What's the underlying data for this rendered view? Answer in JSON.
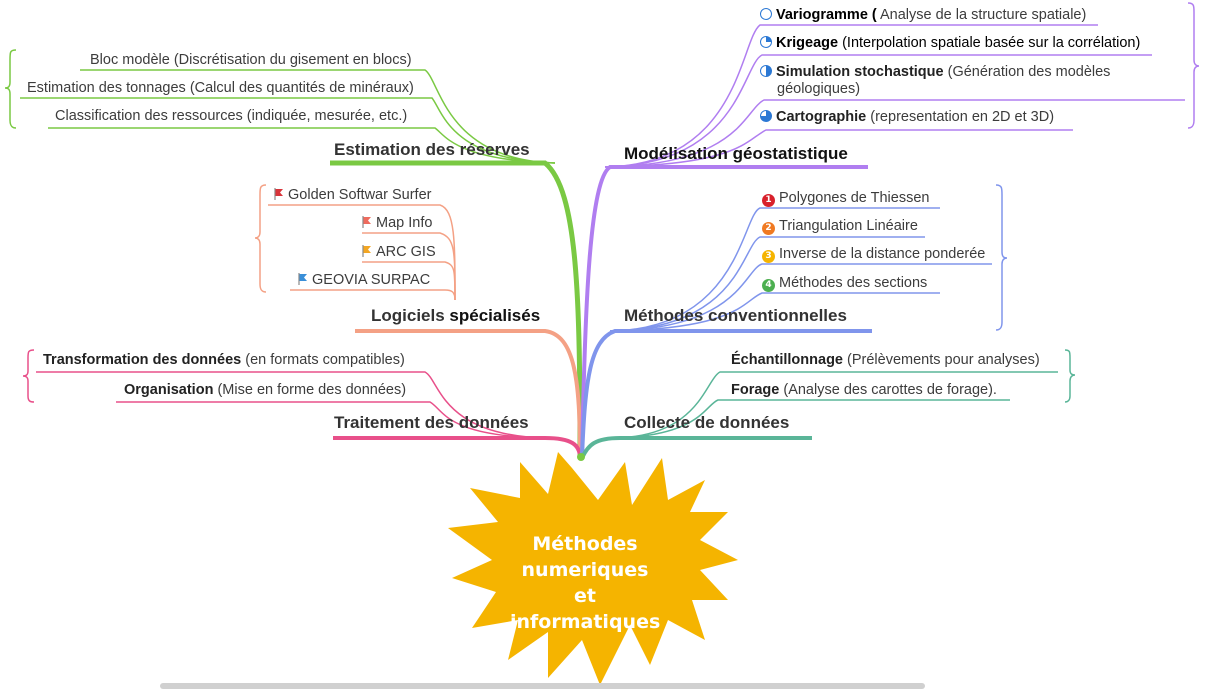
{
  "center": {
    "line1": "Méthodes",
    "line2": "numeriques et",
    "line3": "informatiques",
    "color": "#f5b400"
  },
  "branches": {
    "estimation": {
      "title": "Estimation des réserves",
      "color": "#7ac943",
      "items": [
        "Bloc modèle (Discrétisation du gisement en blocs)",
        "Estimation des tonnages (Calcul des quantités de minéraux)",
        "Classification des ressources (indiquée, mesurée, etc.)"
      ]
    },
    "logiciels": {
      "title_a": "Logiciels",
      "title_b": "spécialisés",
      "color": "#f4a185",
      "items": [
        "Golden Softwar Surfer",
        "Map Info",
        "ARC GIS",
        "GEOVIA SURPAC"
      ],
      "flag_icons": [
        "flag-red",
        "flag-red-light",
        "flag-orange",
        "flag-blue"
      ]
    },
    "traitement": {
      "title": "Traitement des données",
      "color": "#e8508a",
      "items": [
        {
          "bold": "Transformation des données",
          "rest": " (en formats compatibles)"
        },
        {
          "bold": "Organisation",
          "rest": " (Mise en forme des données)"
        }
      ]
    },
    "modelisation": {
      "title": "Modélisation géostatistique",
      "color": "#b07ef0",
      "items": [
        {
          "bold": "Variogramme (",
          "rest": " Analyse de la structure spatiale)"
        },
        {
          "bold": "Krigeage",
          "rest": " (Interpolation spatiale basée sur la corrélation)"
        },
        {
          "bold": "Simulation stochastique",
          "rest": " (Génération des modèles",
          "line2": "géologiques)"
        },
        {
          "bold": "Cartographie",
          "rest": " (representation  en 2D et 3D)"
        }
      ],
      "icons": [
        "progress-0-icon",
        "progress-25-icon",
        "progress-50-icon",
        "progress-75-icon"
      ]
    },
    "conventionnelles": {
      "title": "Méthodes conventionnelles",
      "color": "#8095ec",
      "items": [
        "Polygones de Thiessen",
        "Triangulation Linéaire",
        "Inverse de la distance ponderée",
        "Méthodes des sections"
      ],
      "numbers": [
        "1",
        "2",
        "3",
        "4"
      ],
      "number_colors": [
        "#d8202b",
        "#f07a22",
        "#f5b400",
        "#4caf50"
      ]
    },
    "collecte": {
      "title": "Collecte de données",
      "color": "#5ab598",
      "items": [
        {
          "bold": "Échantillonnage",
          "rest": "  (Prélèvements pour analyses)"
        },
        {
          "bold": "Forage",
          "rest": " (Analyse des carottes de forage)."
        }
      ]
    }
  }
}
